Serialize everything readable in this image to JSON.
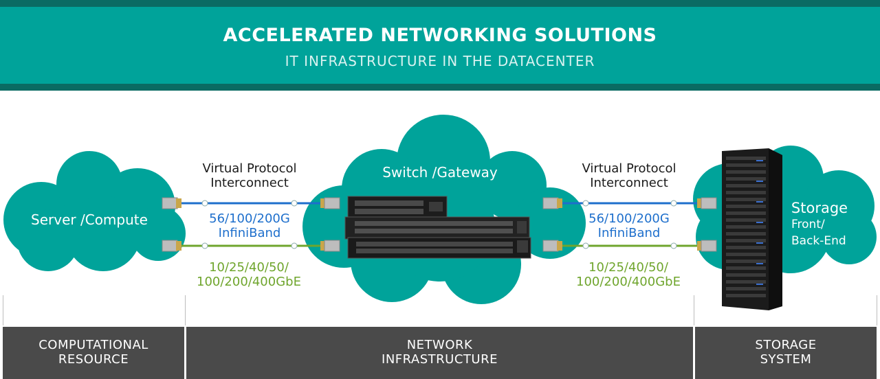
{
  "header": {
    "title": "ACCELERATED NETWORKING SOLUTIONS",
    "subtitle": "IT INFRASTRUCTURE IN THE DATACENTER"
  },
  "clouds": {
    "server": "Server /Compute",
    "switch": "Switch /Gateway",
    "storage_title": "Storage",
    "storage_sub1": "Front/",
    "storage_sub2": "Back-End"
  },
  "links": {
    "left": {
      "protocol_line1": "Virtual Protocol",
      "protocol_line2": "Interconnect",
      "infiniband_line1": "56/100/200G",
      "infiniband_line2": "InfiniBand",
      "ethernet_line1": "10/25/40/50/",
      "ethernet_line2": "100/200/400GbE"
    },
    "right": {
      "protocol_line1": "Virtual Protocol",
      "protocol_line2": "Interconnect",
      "infiniband_line1": "56/100/200G",
      "infiniband_line2": "InfiniBand",
      "ethernet_line1": "10/25/40/50/",
      "ethernet_line2": "100/200/400GbE"
    }
  },
  "footer": {
    "computational_line1": "COMPUTATIONAL",
    "computational_line2": "RESOURCE",
    "network_line1": "NETWORK",
    "network_line2": "INFRASTRUCTURE",
    "storage_line1": "STORAGE",
    "storage_line2": "SYSTEM"
  },
  "colors": {
    "teal": "#00a39a",
    "dark_teal": "#0a6b63",
    "infiniband_blue": "#1e6fcc",
    "ethernet_green": "#6fa52d",
    "footer_gray": "#4a4a4a"
  }
}
